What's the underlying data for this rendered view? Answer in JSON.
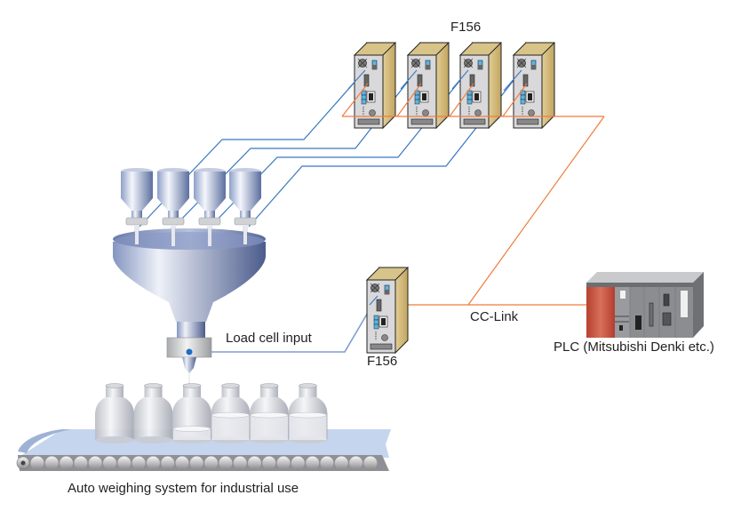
{
  "diagram": {
    "caption": "Auto weighing system for industrial use",
    "labels": {
      "top_controllers": "F156",
      "single_controller": "F156",
      "load_cell": "Load cell input",
      "network": "CC-Link",
      "plc": "PLC (Mitsubishi Denki etc.)"
    },
    "colors": {
      "signal_wire": "#3a78c0",
      "network_wire": "#f07b3f",
      "controller_face": "#d9d9db",
      "controller_side": "#c8ab6a",
      "plc_red": "#c14a3a",
      "plc_gray": "#8c8d90",
      "hopper": "#9fb0d4",
      "conveyor": "#c6d5ee"
    },
    "counts": {
      "top_controllers": 4,
      "hoppers": 4,
      "bottles": 6
    },
    "bottle_fill_levels": [
      0,
      0,
      0.2,
      0.45,
      0.45,
      0.45
    ]
  }
}
